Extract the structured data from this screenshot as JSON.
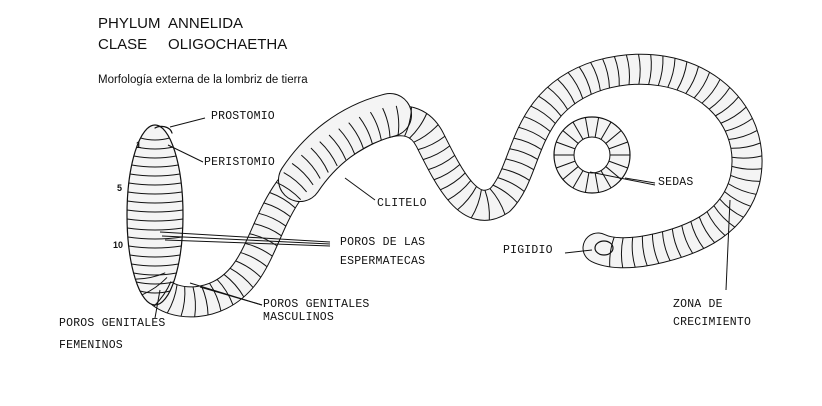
{
  "header": {
    "phylum": "PHYLUM  ANNELIDA",
    "clase": "CLASE     OLIGOCHAETHA",
    "subtitle": "Morfología externa de la lombriz de tierra"
  },
  "segment_numbers": [
    "1",
    "5",
    "10"
  ],
  "labels": {
    "prostomio": "PROSTOMIO",
    "peristomio": "PERISTOMIO",
    "clitelo": "CLITELO",
    "poros_espermatecas_1": "POROS DE LAS",
    "poros_espermatecas_2": "ESPERMATECAS",
    "poros_masculinos_1": "POROS GENITALES",
    "poros_masculinos_2": "MASCULINOS",
    "poros_femeninos_1": "POROS GENITALES",
    "poros_femeninos_2": "FEMENINOS",
    "sedas": "SEDAS",
    "pigidio": "PIGIDIO",
    "zona_1": "ZONA DE",
    "zona_2": "CRECIMIENTO"
  },
  "colors": {
    "ink": "#111111",
    "body_fill": "#f4f4f4"
  }
}
